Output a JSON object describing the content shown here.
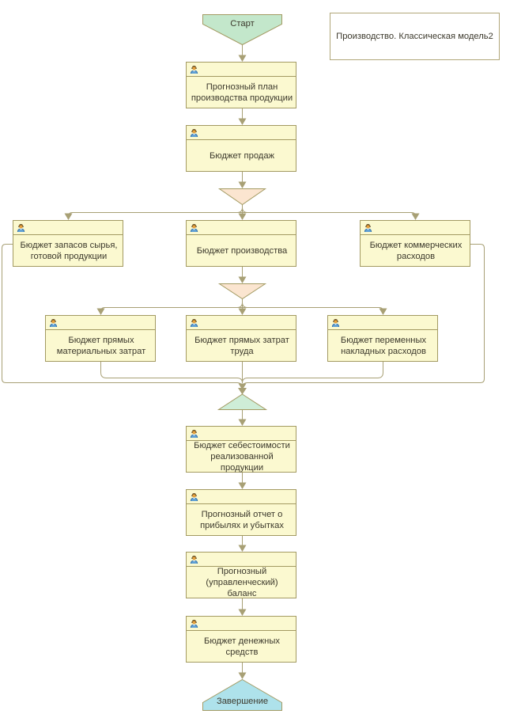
{
  "diagram": {
    "kind": "business-process-flowchart",
    "title_box": {
      "text": "Производство. Классическая модель2"
    },
    "start_node": {
      "label": "Старт"
    },
    "end_node": {
      "label": "Завершение"
    },
    "nodes": [
      {
        "id": "forecast-production-plan",
        "icon": "person-icon",
        "lines": [
          "Прогнозный план",
          "производства продукции"
        ]
      },
      {
        "id": "sales-budget",
        "icon": "person-icon",
        "lines": [
          "Бюджет продаж"
        ]
      },
      {
        "id": "inventory-budget",
        "icon": "person-icon",
        "lines": [
          "Бюджет запасов сырья,",
          "готовой продукции"
        ]
      },
      {
        "id": "production-budget",
        "icon": "person-icon",
        "lines": [
          "Бюджет производства"
        ]
      },
      {
        "id": "commercial-expenses-budget",
        "icon": "person-icon",
        "lines": [
          "Бюджет коммерческих",
          "расходов"
        ]
      },
      {
        "id": "direct-materials-budget",
        "icon": "person-icon",
        "lines": [
          "Бюджет прямых",
          "материальных затрат"
        ]
      },
      {
        "id": "direct-labor-budget",
        "icon": "person-icon",
        "lines": [
          "Бюджет прямых затрат",
          "труда"
        ]
      },
      {
        "id": "variable-overhead-budget",
        "icon": "person-icon",
        "lines": [
          "Бюджет переменных",
          "накладных расходов"
        ]
      },
      {
        "id": "cogs-budget",
        "icon": "person-icon",
        "lines": [
          "Бюджет себестоимости",
          "реализованной",
          "продукции"
        ]
      },
      {
        "id": "forecast-pnl-report",
        "icon": "person-icon",
        "lines": [
          "Прогнозный отчет о",
          "прибылях и убытках"
        ]
      },
      {
        "id": "forecast-balance",
        "icon": "person-icon",
        "lines": [
          "Прогнозный",
          "(управленческий)",
          "баланс"
        ]
      },
      {
        "id": "cash-budget",
        "icon": "person-icon",
        "lines": [
          "Бюджет денежных",
          "средств"
        ]
      }
    ],
    "colors": {
      "background": "#FFFFFF",
      "node_fill": "#FBF9D0",
      "node_border": "#A39A62",
      "connector_line": "#A8A075",
      "text": "#3C392C",
      "start_fill": "#C3E7CB",
      "end_fill": "#AEE2EB",
      "split_fill": "#FBE5D0",
      "merge_fill": "#CEEDD7",
      "title_border": "#B1A679"
    }
  }
}
